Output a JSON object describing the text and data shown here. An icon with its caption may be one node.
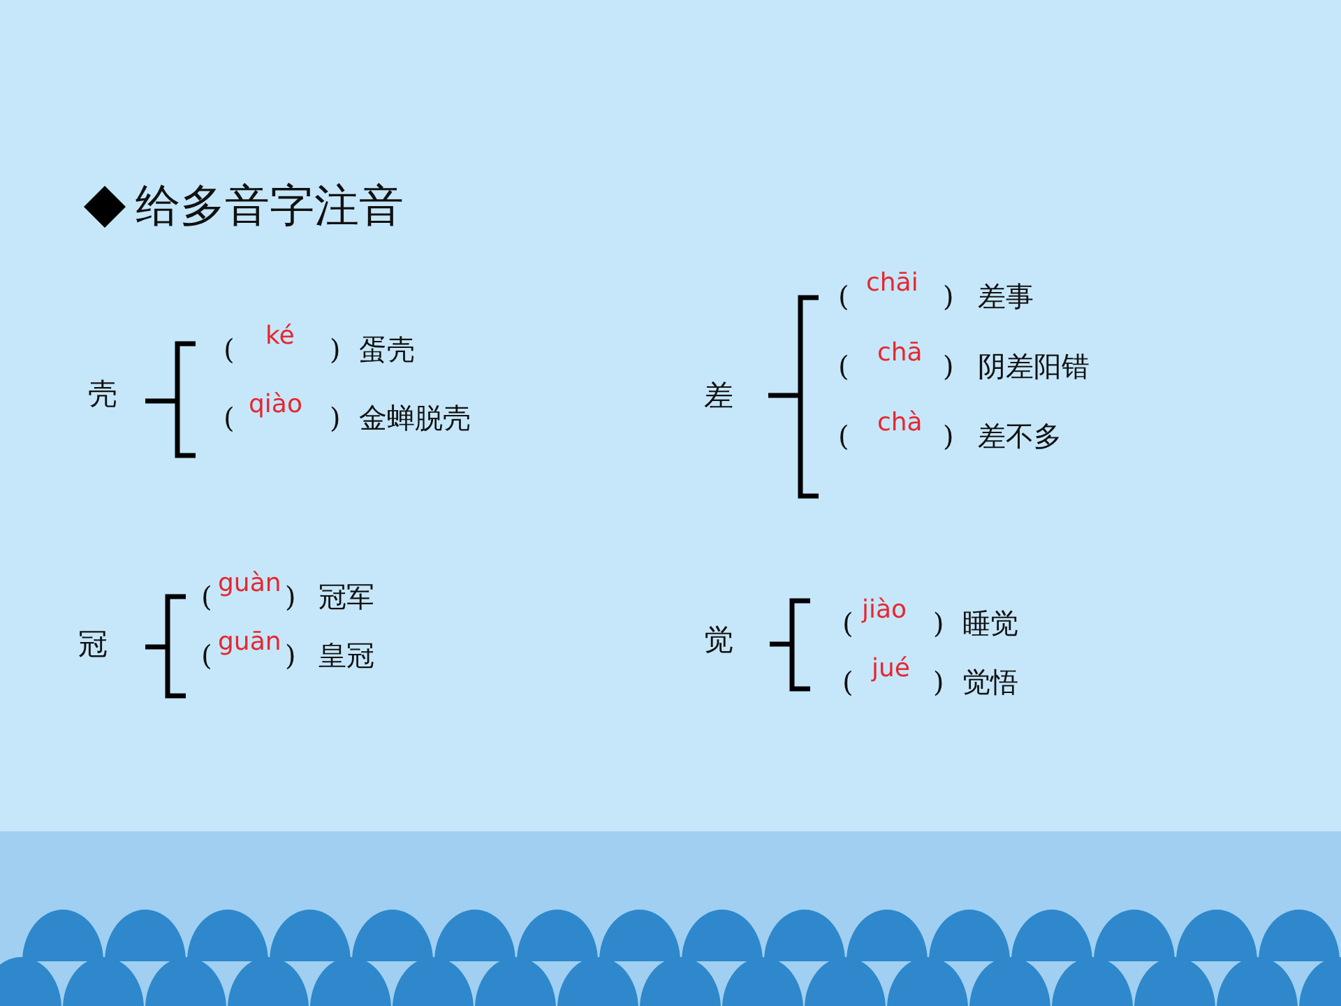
{
  "diagram": {
    "title": "给多音字注音",
    "labels": [
      "壳",
      "(",
      "ké",
      ")",
      "蛋壳",
      "(",
      "qiào",
      ")",
      "金蝉脱壳",
      "差",
      "(",
      "chāi",
      ")",
      "差事",
      "(",
      "chā",
      ")",
      "阴差阳错",
      "(",
      "chà",
      ")",
      "差不多",
      "冠",
      "(",
      "guàn",
      ")",
      "冠军",
      "(",
      "guān",
      ")",
      "皇冠",
      "觉",
      "(",
      "jiào",
      ")",
      "睡觉",
      "(",
      "jué",
      ")",
      "觉悟"
    ]
  }
}
